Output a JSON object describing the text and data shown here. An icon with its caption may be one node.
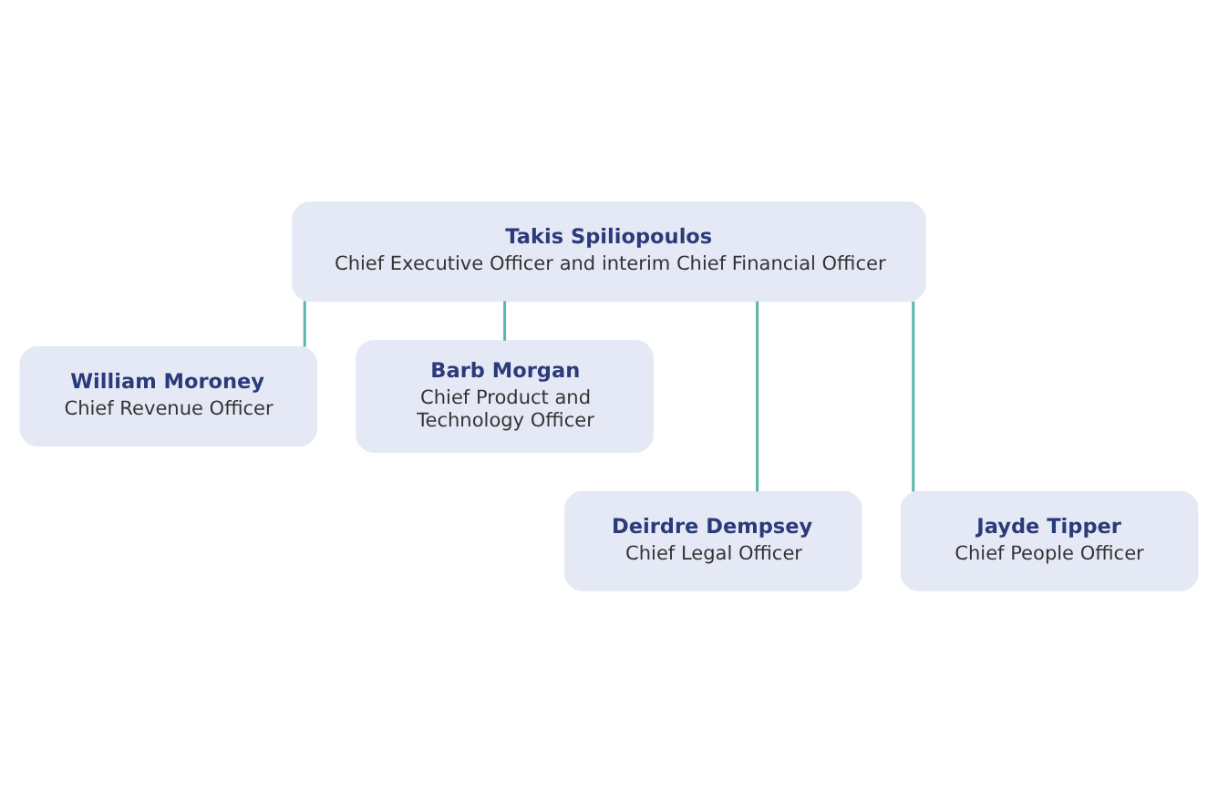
{
  "diagram": {
    "nodes": [
      {
        "text": [
          "Takis Spiliopoulos",
          "Chief Executive Officer and interim Chief Financial Officer"
        ]
      },
      {
        "text": [
          "William Moroney",
          "Chief Revenue Officer"
        ]
      },
      {
        "text": [
          "Barb Morgan",
          "Chief Product and Technology Officer"
        ]
      },
      {
        "text": [
          "Deirdre Dempsey",
          "Chief Legal Officer"
        ]
      },
      {
        "text": [
          "Jayde Tipper",
          "Chief People Officer"
        ]
      }
    ],
    "edges": [
      {
        "from": 0,
        "to": 1,
        "arrow": "none"
      },
      {
        "from": 0,
        "to": 2,
        "arrow": "none"
      },
      {
        "from": 0,
        "to": 3,
        "arrow": "none"
      },
      {
        "from": 0,
        "to": 4,
        "arrow": "none"
      }
    ]
  }
}
